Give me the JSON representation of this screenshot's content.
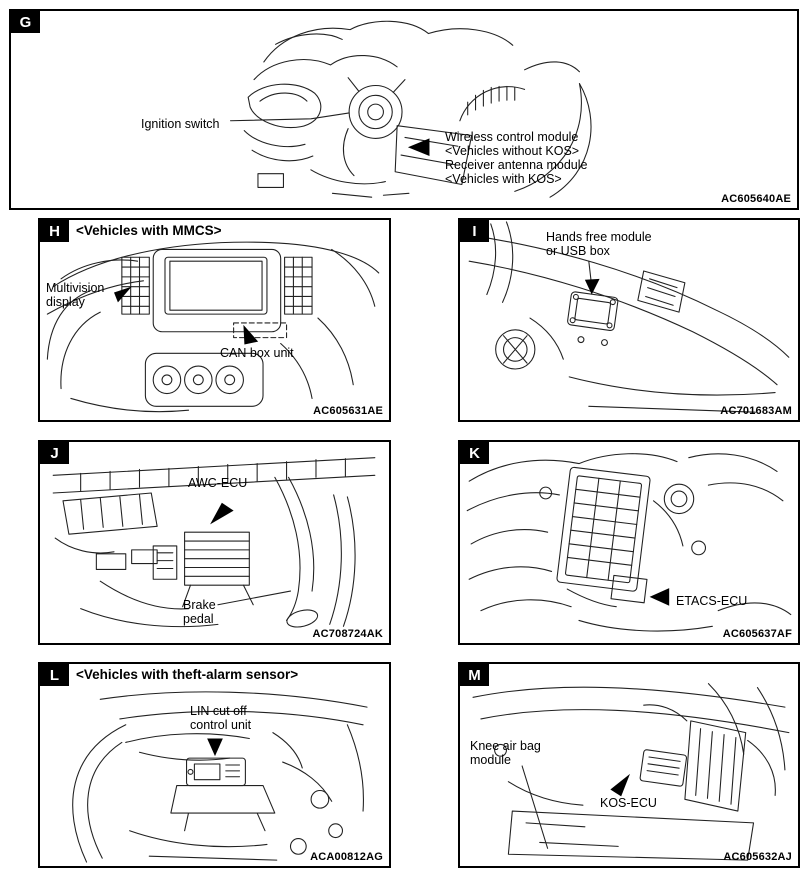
{
  "colors": {
    "ink": "#000000",
    "paper": "#ffffff",
    "arrow": "#000000"
  },
  "panels": {
    "g": {
      "letter": "G",
      "code": "AC605640AE",
      "labels": {
        "ignition": "Ignition switch",
        "wireless_1": "Wireless control module",
        "wireless_2": "<Vehicles without KOS>",
        "receiver_1": "Receiver antenna module",
        "receiver_2": "<Vehicles with KOS>"
      }
    },
    "h": {
      "letter": "H",
      "heading": "<Vehicles with MMCS>",
      "code": "AC605631AE",
      "labels": {
        "multivision_1": "Multivision",
        "multivision_2": "display",
        "can": "CAN box unit"
      }
    },
    "i": {
      "letter": "I",
      "code": "AC701683AM",
      "labels": {
        "handsfree_1": "Hands free module",
        "handsfree_2": "or USB box"
      }
    },
    "j": {
      "letter": "J",
      "code": "AC708724AK",
      "labels": {
        "awc": "AWC-ECU",
        "brake_1": "Brake",
        "brake_2": "pedal"
      }
    },
    "k": {
      "letter": "K",
      "code": "AC605637AF",
      "labels": {
        "etacs": "ETACS-ECU"
      }
    },
    "l": {
      "letter": "L",
      "heading": "<Vehicles with theft-alarm sensor>",
      "code": "ACA00812AG",
      "labels": {
        "lin_1": "LIN cut off",
        "lin_2": "control unit"
      }
    },
    "m": {
      "letter": "M",
      "code": "AC605632AJ",
      "labels": {
        "knee_1": "Knee air bag",
        "knee_2": "module",
        "kos": "KOS-ECU"
      }
    }
  }
}
